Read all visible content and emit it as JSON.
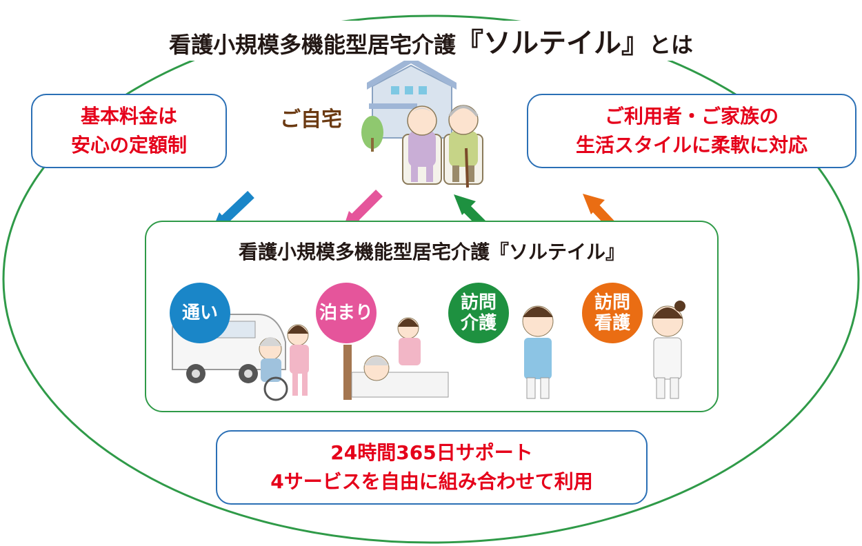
{
  "title": {
    "prefix": "看護小規模多機能型居宅介護",
    "brand": "『ソルテイル』",
    "suffix": "とは"
  },
  "home": {
    "label": "ご自宅"
  },
  "left_box": {
    "lines": [
      "基本料金は",
      "安心の定額制"
    ]
  },
  "right_box": {
    "lines": [
      "ご利用者・ご家族の",
      "生活スタイルに柔軟に対応"
    ]
  },
  "facility": {
    "title": "看護小規模多機能型居宅介護『ソルテイル』"
  },
  "services": [
    {
      "lines": [
        "通い"
      ],
      "color": "#1a86c8"
    },
    {
      "lines": [
        "泊まり"
      ],
      "color": "#e5559b"
    },
    {
      "lines": [
        "訪問",
        "介護"
      ],
      "color": "#1e9140"
    },
    {
      "lines": [
        "訪問",
        "看護"
      ],
      "color": "#ea6d13"
    }
  ],
  "bottom_box": {
    "lines": [
      "24時間365日サポート",
      "4サービスを自由に組み合わせて利用"
    ]
  },
  "colors": {
    "outer_ellipse": "#2f9a48",
    "box_border": "#2a6fb5",
    "red_text": "#e5001a",
    "arrow_blue": "#1a86c8",
    "arrow_pink": "#e5559b",
    "arrow_green": "#1e9140",
    "arrow_orange": "#ea6d13"
  }
}
